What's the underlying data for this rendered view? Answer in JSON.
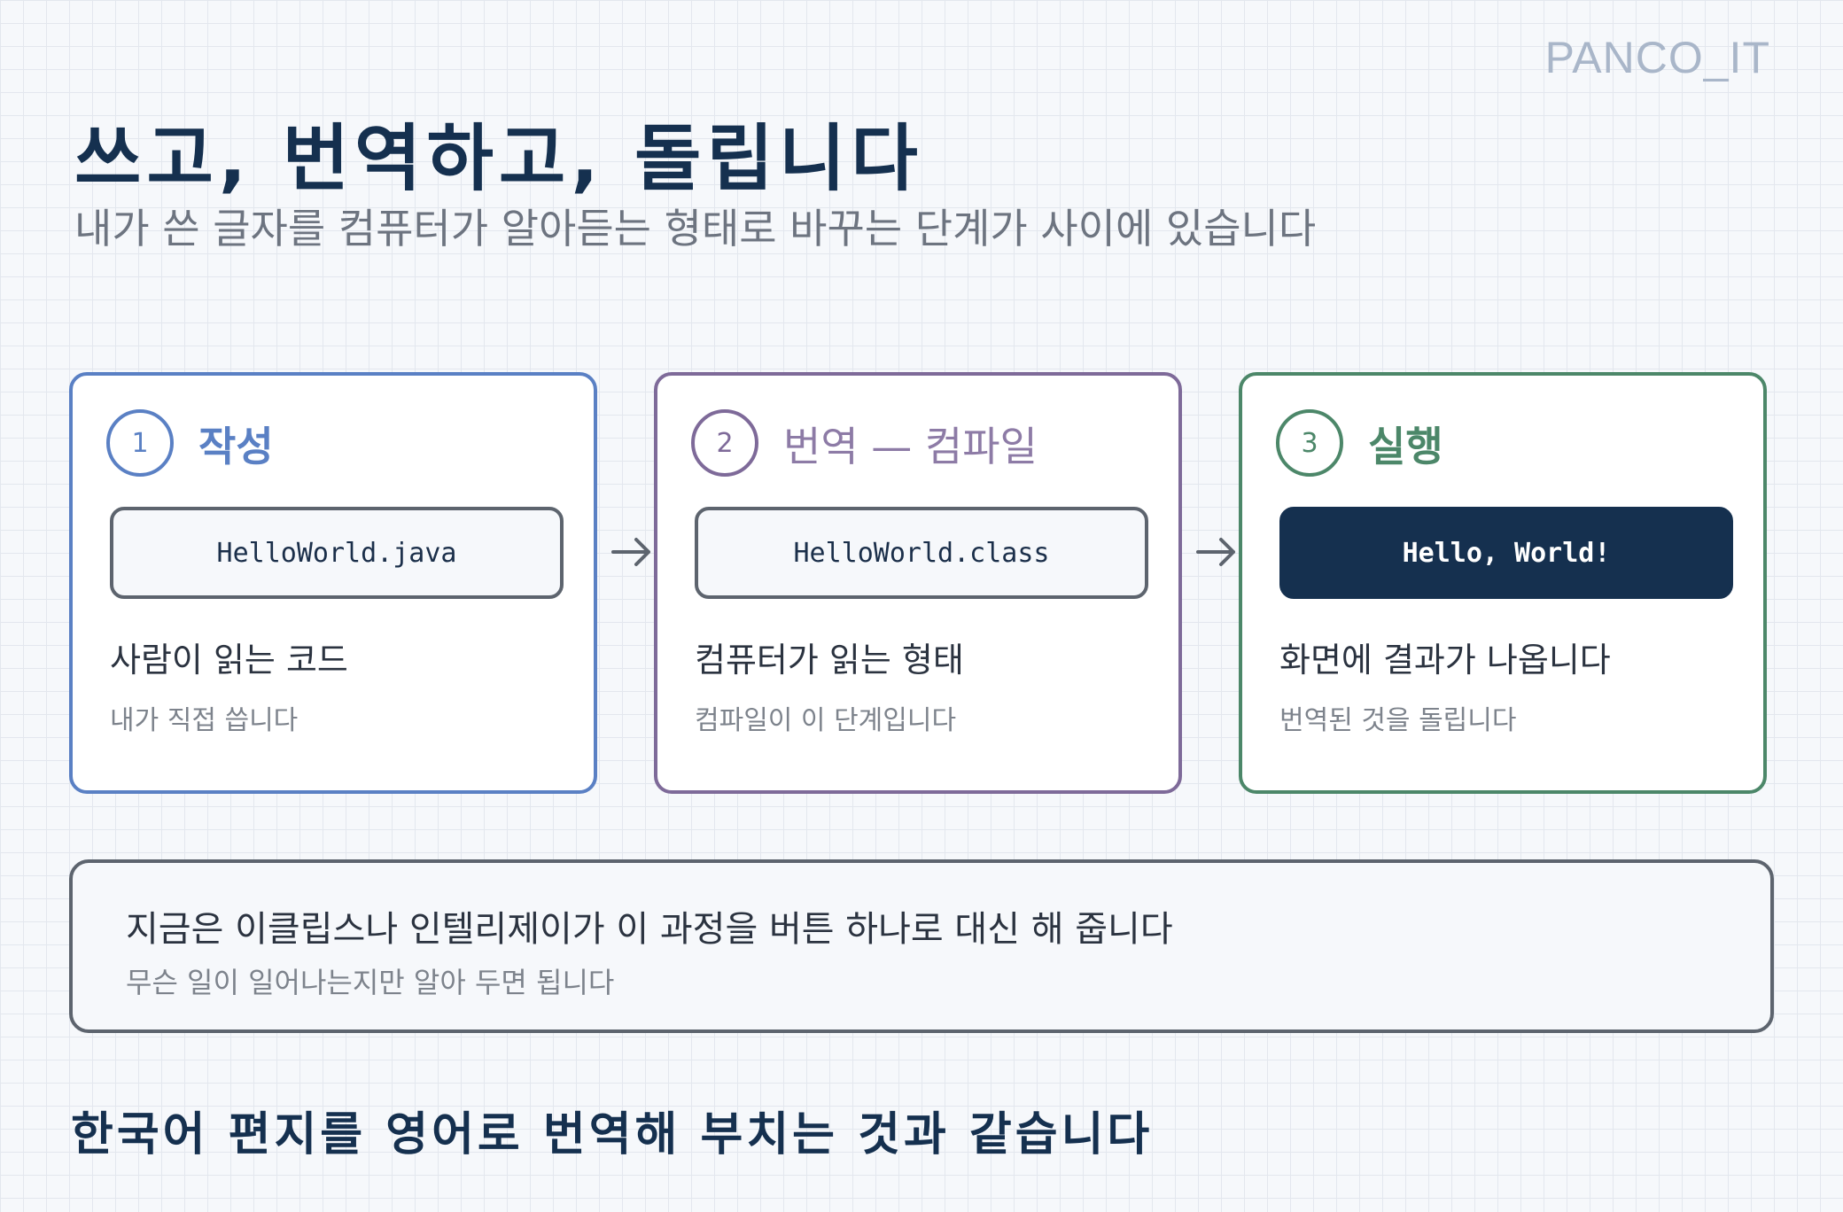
{
  "brand": "PANCO_IT",
  "title": "쓰고, 번역하고, 돌립니다",
  "subtitle": "내가 쓴 글자를 컴퓨터가 알아듣는 형태로 바꾸는 단계가 사이에 있습니다",
  "steps": [
    {
      "number": "1",
      "title": "작성",
      "code": "HelloWorld.java",
      "description": "사람이 읽는 코드",
      "note": "내가 직접 씁니다",
      "color": "#5a80c4"
    },
    {
      "number": "2",
      "title": "번역 — 컴파일",
      "code": "HelloWorld.class",
      "description": "컴퓨터가 읽는 형태",
      "note": "컴파일이 이 단계입니다",
      "color": "#7e6a99"
    },
    {
      "number": "3",
      "title": "실행",
      "code": "Hello, World!",
      "description": "화면에 결과가 나옵니다",
      "note": "번역된 것을 돌립니다",
      "color": "#4c8769"
    }
  ],
  "info": {
    "main": "지금은 이클립스나 인텔리제이가 이 과정을 버튼 하나로 대신 해 줍니다",
    "sub": "무슨 일이 일어나는지만 알아 두면 됩니다"
  },
  "footer": "한국어 편지를 영어로 번역해 부치는 것과 같습니다"
}
